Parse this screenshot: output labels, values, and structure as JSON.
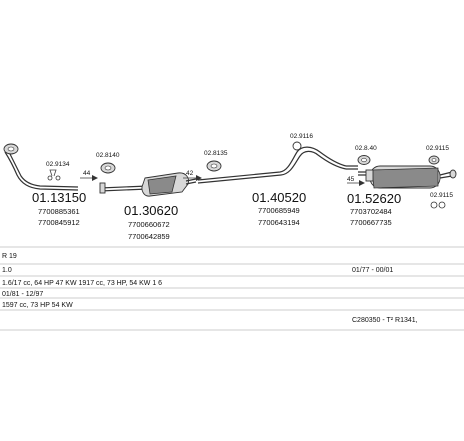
{
  "parts": [
    {
      "number": "01.13150",
      "refs": [
        "7700885361",
        "7700845912"
      ]
    },
    {
      "number": "01.30620",
      "refs": [
        "7700660672",
        "7700642859"
      ]
    },
    {
      "number": "01.40520",
      "refs": [
        "7700685949",
        "7700643194"
      ]
    },
    {
      "number": "01.52620",
      "refs": [
        "7703702484",
        "7700667735"
      ]
    }
  ],
  "fittings": [
    "02.9134",
    "02.8140",
    "02.8135",
    "02.9116",
    "02.8.40",
    "02.9115",
    "02.9115"
  ],
  "dimensions": [
    "44",
    "42",
    "45"
  ],
  "table": {
    "rows": [
      {
        "left": "R 19",
        "right": ""
      },
      {
        "left": "1.0",
        "right": "01/77 - 00/01"
      },
      {
        "left": "1.6/17 cc, 64 HP 47 KW  1917 cc, 73 HP, 54 KW 1 6",
        "right": ""
      },
      {
        "left": "01/81 - 12/97",
        "right": ""
      },
      {
        "left": "1597 cc, 73 HP 54 KW",
        "right": ""
      },
      {
        "left": "",
        "right": "C280350   -   T²  R1341,"
      }
    ]
  }
}
